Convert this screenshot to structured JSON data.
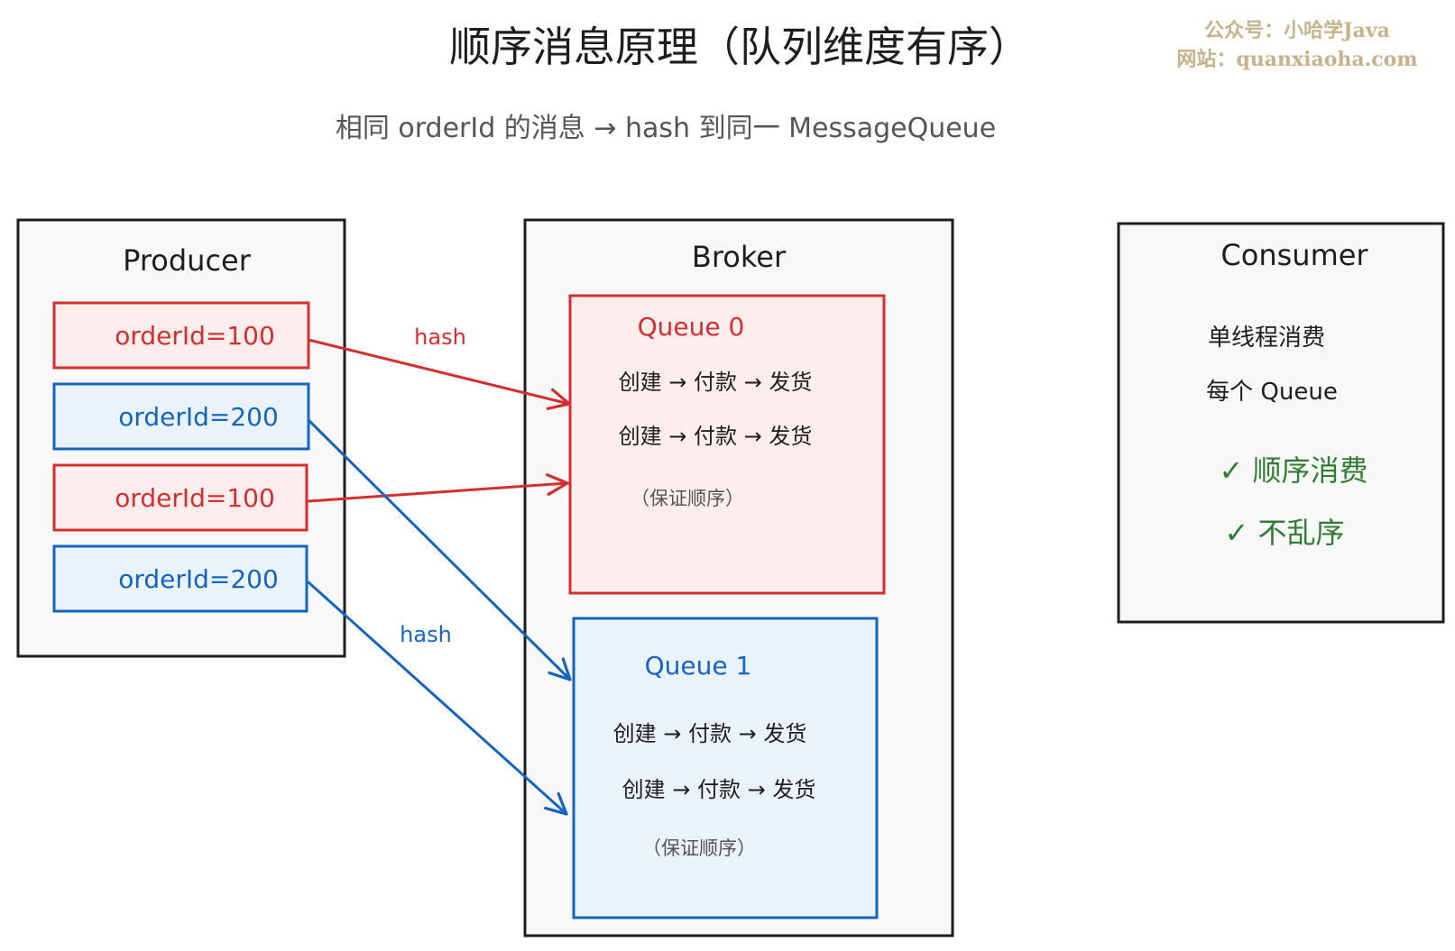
{
  "title": "顺序消息原理（队列维度有序）",
  "subtitle": "相同 orderId 的消息 → hash 到同一 MessageQueue",
  "watermark": {
    "line1": "公众号：小哈学Java",
    "line2": "网站：quanxiaoha.com"
  },
  "producer": {
    "label": "Producer",
    "messages": [
      "orderId=100",
      "orderId=200",
      "orderId=100",
      "orderId=200"
    ]
  },
  "broker": {
    "label": "Broker",
    "queues": [
      {
        "label": "Queue 0",
        "flows": [
          "创建 → 付款 → 发货",
          "创建 → 付款 → 发货"
        ],
        "note": "（保证顺序）"
      },
      {
        "label": "Queue 1",
        "flows": [
          "创建 → 付款 → 发货",
          "创建 → 付款 → 发货"
        ],
        "note": "（保证顺序）"
      }
    ]
  },
  "consumer": {
    "label": "Consumer",
    "line1": "单线程消费",
    "line2": "每个 Queue",
    "check1": "✓ 顺序消费",
    "check2": "✓ 不乱序"
  },
  "arrow_labels": {
    "red": "hash",
    "blue": "hash"
  },
  "colors": {
    "red": "#d32f2f",
    "red_fill": "#fdeded",
    "blue": "#1565c0",
    "blue_fill": "#eaf2fb",
    "panel_fill": "#f8f8f8",
    "green": "#2e7d32",
    "text": "#1e1e1e",
    "subtitle": "#555555"
  }
}
